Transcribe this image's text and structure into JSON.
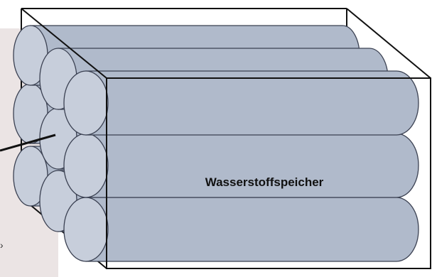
{
  "diagram": {
    "storage_label": "Wasserstoffspeicher",
    "colors": {
      "cylinder_fill": "#b0bacb",
      "cylinder_end_fill": "#c7cedb",
      "cylinder_stroke": "#3b4152",
      "box_stroke": "#111111",
      "background_panel": "#ebe4e4"
    },
    "cylinder_rows": [
      {
        "name": "back-layer",
        "count": 3
      },
      {
        "name": "middle-layer",
        "count": 3
      },
      {
        "name": "front-layer",
        "count": 3
      }
    ]
  }
}
